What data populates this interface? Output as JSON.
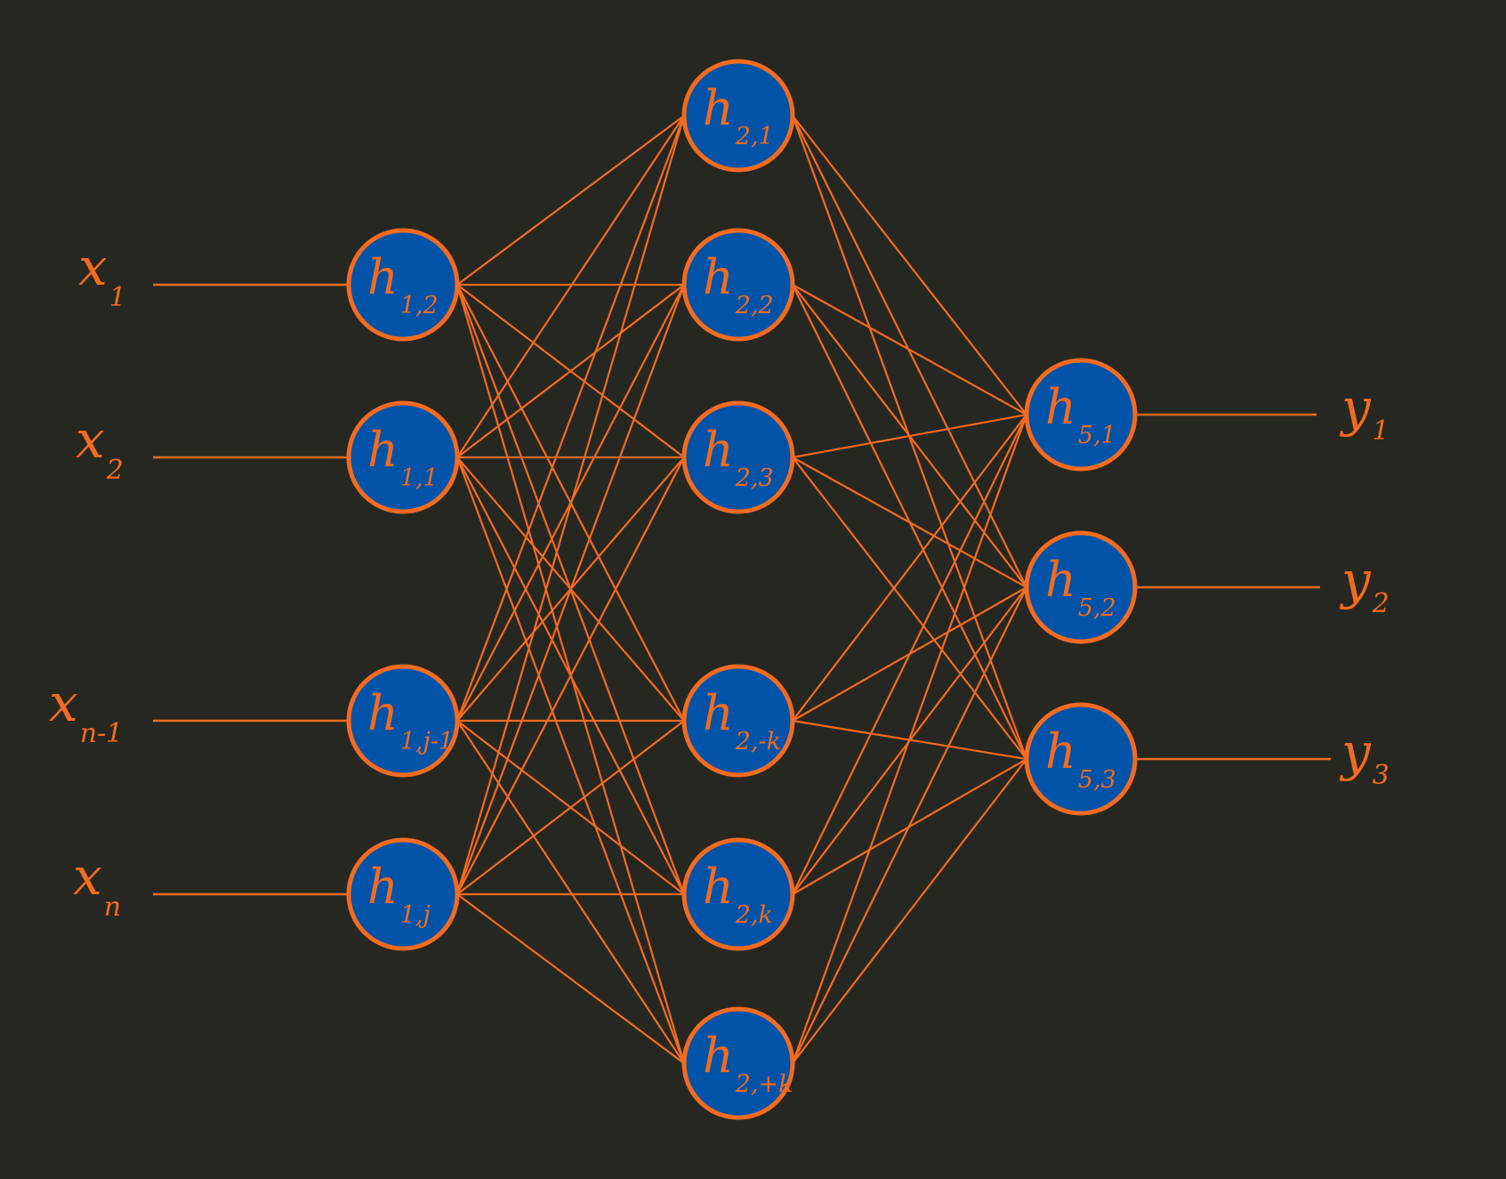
{
  "colors": {
    "background": "#272721",
    "line": "#f26b21",
    "node_fill": "#0153a7",
    "node_stroke": "#f26b21",
    "text": "#f26b21"
  },
  "inputs": [
    {
      "symbol": "x",
      "sub": "1"
    },
    {
      "symbol": "x",
      "sub": "2"
    },
    {
      "symbol": "x",
      "sub": "n-1"
    },
    {
      "symbol": "x",
      "sub": "n"
    }
  ],
  "layer1": [
    {
      "symbol": "h",
      "sub": "1,2"
    },
    {
      "symbol": "h",
      "sub": "1,1"
    },
    {
      "symbol": "h",
      "sub": "1,j-1"
    },
    {
      "symbol": "h",
      "sub": "1,j"
    }
  ],
  "layer2": [
    {
      "symbol": "h",
      "sub": "2,1"
    },
    {
      "symbol": "h",
      "sub": "2,2"
    },
    {
      "symbol": "h",
      "sub": "2,3"
    },
    {
      "symbol": "h",
      "sub": "2,-k"
    },
    {
      "symbol": "h",
      "sub": "2,k"
    },
    {
      "symbol": "h",
      "sub": "2,+k"
    }
  ],
  "layer3": [
    {
      "symbol": "h",
      "sub": "5,1"
    },
    {
      "symbol": "h",
      "sub": "5,2"
    },
    {
      "symbol": "h",
      "sub": "5,3"
    }
  ],
  "outputs": [
    {
      "symbol": "y",
      "sub": "1"
    },
    {
      "symbol": "y",
      "sub": "2"
    },
    {
      "symbol": "y",
      "sub": "3"
    }
  ]
}
